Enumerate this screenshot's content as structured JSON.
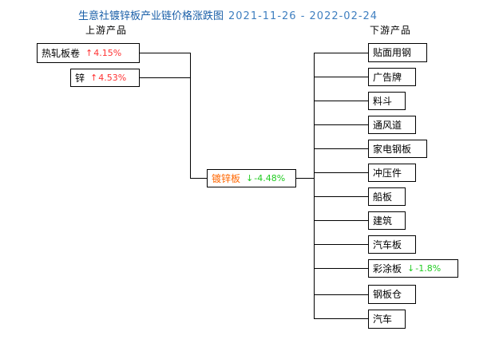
{
  "title": {
    "main": "生意社镀锌板产业链价格涨跌图",
    "range": "2021-11-26 - 2022-02-24",
    "color": "#1a5fa8"
  },
  "headers": {
    "upstream": "上游产品",
    "downstream": "下游产品"
  },
  "colors": {
    "up": "#ff3333",
    "down": "#22cc22",
    "center_label": "#ff6600",
    "line": "#000000",
    "box_border": "#000000",
    "background": "#ffffff"
  },
  "icons": {
    "up_arrow": "↑",
    "down_arrow": "↓"
  },
  "center": {
    "label": "镀锌板",
    "arrow": "↓",
    "change": "-4.48%",
    "direction": "down"
  },
  "upstream": [
    {
      "label": "热轧板卷",
      "arrow": "↑",
      "change": "4.15%",
      "direction": "up"
    },
    {
      "label": "锌",
      "arrow": "↑",
      "change": "4.53%",
      "direction": "up"
    }
  ],
  "downstream": [
    {
      "label": "贴面用钢",
      "arrow": "",
      "change": "",
      "direction": "none"
    },
    {
      "label": "广告牌",
      "arrow": "",
      "change": "",
      "direction": "none"
    },
    {
      "label": "料斗",
      "arrow": "",
      "change": "",
      "direction": "none"
    },
    {
      "label": "通风道",
      "arrow": "",
      "change": "",
      "direction": "none"
    },
    {
      "label": "家电钢板",
      "arrow": "",
      "change": "",
      "direction": "none"
    },
    {
      "label": "冲压件",
      "arrow": "",
      "change": "",
      "direction": "none"
    },
    {
      "label": "船板",
      "arrow": "",
      "change": "",
      "direction": "none"
    },
    {
      "label": "建筑",
      "arrow": "",
      "change": "",
      "direction": "none"
    },
    {
      "label": "汽车板",
      "arrow": "",
      "change": "",
      "direction": "none"
    },
    {
      "label": "彩涂板",
      "arrow": "↓",
      "change": "-1.8%",
      "direction": "down"
    },
    {
      "label": "钢板仓",
      "arrow": "",
      "change": "",
      "direction": "none"
    },
    {
      "label": "汽车",
      "arrow": "",
      "change": "",
      "direction": "none"
    }
  ],
  "chart_data": {
    "type": "diagram",
    "title": "生意社镀锌板产业链价格涨跌图",
    "period": "2021-11-26 - 2022-02-24",
    "center_node": {
      "name": "镀锌板",
      "change_pct": -4.48
    },
    "upstream_nodes": [
      {
        "name": "热轧板卷",
        "change_pct": 4.15
      },
      {
        "name": "锌",
        "change_pct": 4.53
      }
    ],
    "downstream_nodes": [
      {
        "name": "贴面用钢",
        "change_pct": null
      },
      {
        "name": "广告牌",
        "change_pct": null
      },
      {
        "name": "料斗",
        "change_pct": null
      },
      {
        "name": "通风道",
        "change_pct": null
      },
      {
        "name": "家电钢板",
        "change_pct": null
      },
      {
        "name": "冲压件",
        "change_pct": null
      },
      {
        "name": "船板",
        "change_pct": null
      },
      {
        "name": "建筑",
        "change_pct": null
      },
      {
        "name": "汽车板",
        "change_pct": null
      },
      {
        "name": "彩涂板",
        "change_pct": -1.8
      },
      {
        "name": "钢板仓",
        "change_pct": null
      },
      {
        "name": "汽车",
        "change_pct": null
      }
    ]
  }
}
